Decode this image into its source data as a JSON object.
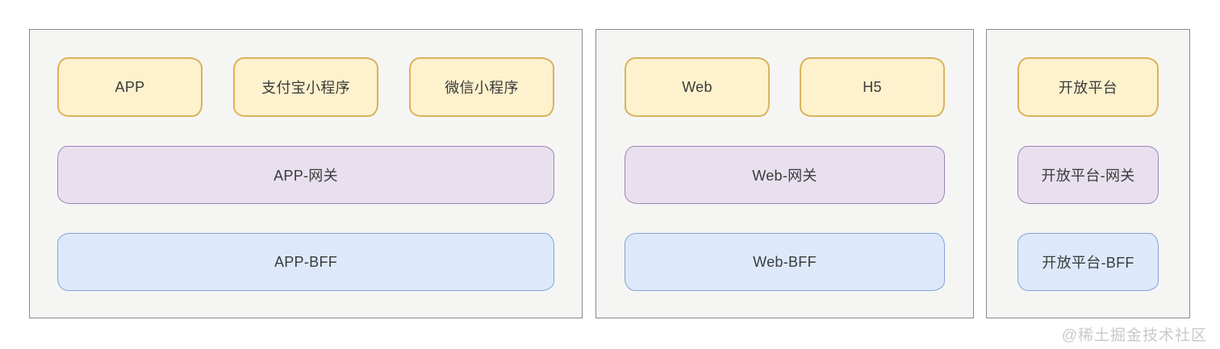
{
  "colors": {
    "page_bg": "#ffffff",
    "panel_bg": "#f5f5f4",
    "panel_border": "#8c8c8c",
    "client_fill": "#fdf2cd",
    "client_border": "#d9b35c",
    "gateway_fill": "#e9e0ef",
    "gateway_border": "#9e85b5",
    "bff_fill": "#dde9fb",
    "bff_border": "#85a4d4",
    "text": "#3b3b3b",
    "watermark": "#c9c9c9"
  },
  "panels": [
    {
      "name": "app",
      "clients": [
        "APP",
        "支付宝小程序",
        "微信小程序"
      ],
      "gateway": "APP-网关",
      "bff": "APP-BFF"
    },
    {
      "name": "web",
      "clients": [
        "Web",
        "H5"
      ],
      "gateway": "Web-网关",
      "bff": "Web-BFF"
    },
    {
      "name": "open-platform",
      "clients": [
        "开放平台"
      ],
      "gateway": "开放平台-网关",
      "bff": "开放平台-BFF"
    }
  ],
  "watermark": "@稀土掘金技术社区"
}
